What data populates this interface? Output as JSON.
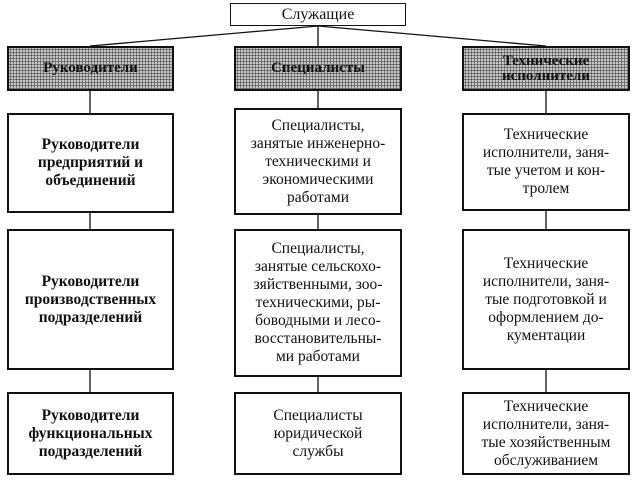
{
  "root": {
    "label": "Служащие"
  },
  "columns": [
    {
      "header": "Руководители",
      "items": [
        "Руководители\nпредприятий и\nобъединений",
        "Руководители\nпроизводственных\nподразделений",
        "Руководители\nфункциональных\nподразделений"
      ]
    },
    {
      "header": "Специалисты",
      "items": [
        "Специалисты,\nзанятые инженерно-\nтехническими и\nэкономическими\nработами",
        "Специалисты,\nзанятые сельскохо-\nзяйственными, зоо-\nтехническими, ры-\nбоводными и лесо-\nвосстановительны-\nми работами",
        "Специалисты\nюридической\nслужбы"
      ]
    },
    {
      "header": "Технические\nисполнители",
      "items": [
        "Технические\nисполнители, заня-\nтые учетом и кон-\nтролем",
        "Технические\nисполнители, заня-\nтые подготовкой и\nоформлением до-\nкументации",
        "Технические\nисполнители, заня-\nтые хозяйственным\nобслуживанием"
      ]
    }
  ]
}
